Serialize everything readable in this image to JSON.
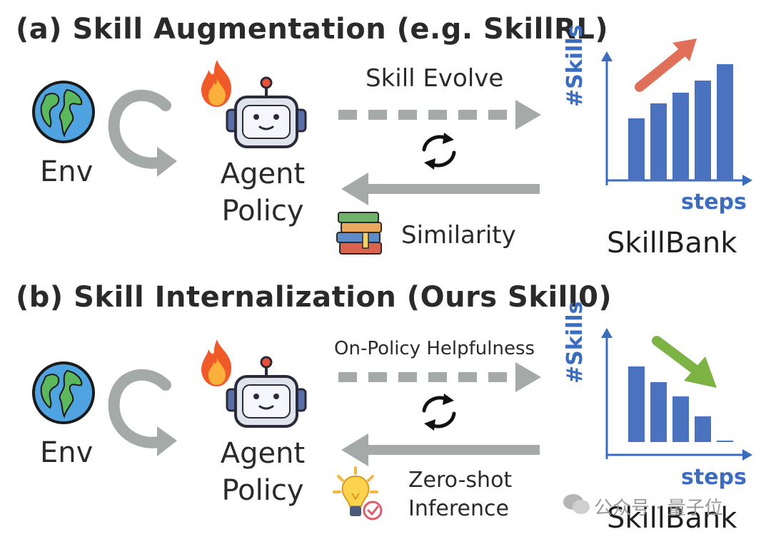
{
  "panel_a": {
    "title": "(a) Skill Augmentation (e.g. SkillRL)",
    "env_label": "Env",
    "agent_label_line1": "Agent",
    "agent_label_line2": "Policy",
    "top_arrow_label": "Skill Evolve",
    "bottom_arrow_label": "Similarity",
    "y_axis_label": "#Skills",
    "x_axis_label": "steps",
    "bank_label": "SkillBank",
    "trend": "increasing",
    "trend_color": "#e0705a"
  },
  "panel_b": {
    "title": "(b) Skill Internalization (Ours Skill0)",
    "env_label": "Env",
    "agent_label_line1": "Agent",
    "agent_label_line2": "Policy",
    "top_arrow_label": "On-Policy Helpfulness",
    "bottom_arrow_label_line1": "Zero-shot",
    "bottom_arrow_label_line2": "Inference",
    "y_axis_label": "#Skills",
    "x_axis_label": "steps",
    "bank_label": "SkillBank",
    "trend": "decreasing",
    "trend_color": "#7cb342"
  },
  "watermark": "公众号 · 量子位",
  "colors": {
    "bar": "#4a72bf",
    "axis": "#3a6cc0",
    "arrow_gray": "#9aa5a1"
  }
}
